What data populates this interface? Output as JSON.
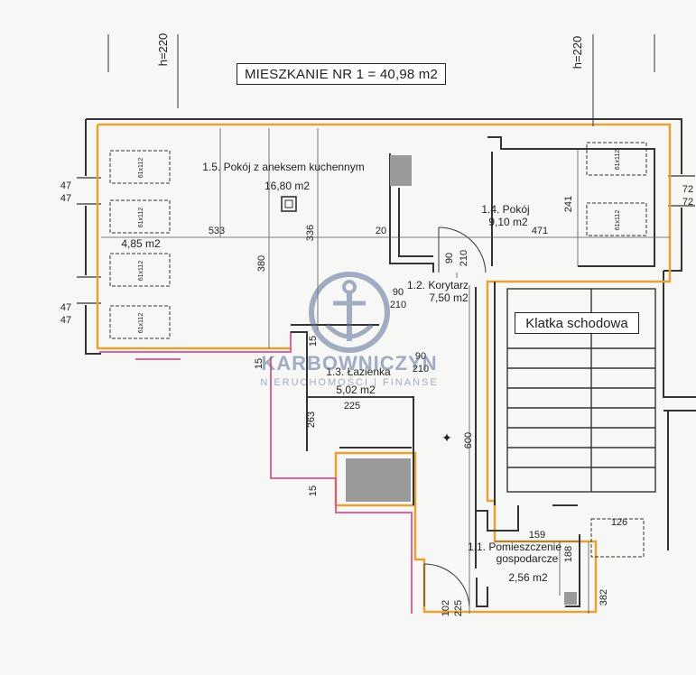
{
  "title": "MIESZKANIE NR 1 = 40,98 m2",
  "ceiling_heights": [
    "h=220",
    "h=220"
  ],
  "rooms": [
    {
      "name": "1.5. Pokój z aneksem kuchennym",
      "area": "16,80 m2"
    },
    {
      "name": "1.4. Pokój",
      "area": "9,10 m2"
    },
    {
      "name": "1.2. Korytarz",
      "area": "7,50 m2"
    },
    {
      "name": "1.3. Łazienka",
      "area": "5,02 m2"
    },
    {
      "name": "1.1. Pomieszczenie",
      "name2": "gospodarcze",
      "area": "2,56 m2"
    },
    {
      "name": "",
      "area": "4,85 m2"
    }
  ],
  "stairwell": "Klatka schodowa",
  "window_label": "61x112",
  "dimensions": {
    "d533": "533",
    "d336": "336",
    "d380": "380",
    "d20": "20",
    "d471": "471",
    "d241": "241",
    "d90a": "90",
    "d210a": "210",
    "d90b": "90",
    "d210b": "210",
    "d90c": "90",
    "d210c": "210",
    "d15a": "15",
    "d15b": "15",
    "d15c": "15",
    "d263": "263",
    "d225a": "225",
    "d600": "600",
    "d159": "159",
    "d188": "188",
    "d126": "126",
    "d382": "382",
    "d102": "102",
    "d225b": "225",
    "d47a": "47",
    "d47b": "47",
    "d47c": "47",
    "d47d": "47",
    "d72a": "72",
    "d72b": "72"
  },
  "watermark": {
    "brand": "KARBOWNICZYN",
    "subtitle": "NIERUCHOMOŚCI | FINANSE"
  },
  "colors": {
    "outline_orange": "#e3a23a",
    "outline_pink": "#d9548e",
    "watermark_blue": "#5c6f9a",
    "wall_gray": "#9a9a9a"
  }
}
